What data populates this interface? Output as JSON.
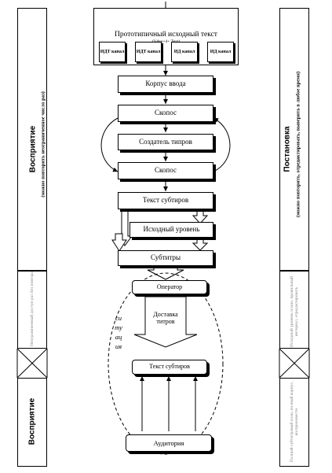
{
  "source_text": {
    "title": "Прототипичный исходный текст",
    "subtitle": "(Vdeo+4+ Text)"
  },
  "channels": [
    {
      "label": "ИДТ канал"
    },
    {
      "label": "ИДТ канал"
    },
    {
      "label": "ИД канал"
    },
    {
      "label": "ИД канал"
    }
  ],
  "flow": {
    "corpus": "Корпус ввода",
    "spotting1": "Скопос",
    "type_creator": "Создатель типров",
    "spotting2": "Скопос",
    "subtitle_text": "Текст субтиров",
    "source_level": "Исходный уровень",
    "subtitles": "Субтитры",
    "operator": "Оператор",
    "delivery": "Доставка титров",
    "situation": "ситуация",
    "subtitle_text2": "Текст субтиров",
    "audience": "Аудитория"
  },
  "left_panel": {
    "heading": "Восприятие",
    "subheading": "(можно повторить неограниченное число раз)",
    "note": "Неограниченный доступ раз без повтора",
    "bottom_heading": "Восприятие"
  },
  "right_panel": {
    "heading": "Постановка",
    "subheading": "(можно повторить, отредактировать, выверить в любое время)",
    "note": "Исходный уровень плана, правильный интервал, отредактировать",
    "bottom_note": "Полный субтитровый план, полный корпус, воспроизвести"
  }
}
